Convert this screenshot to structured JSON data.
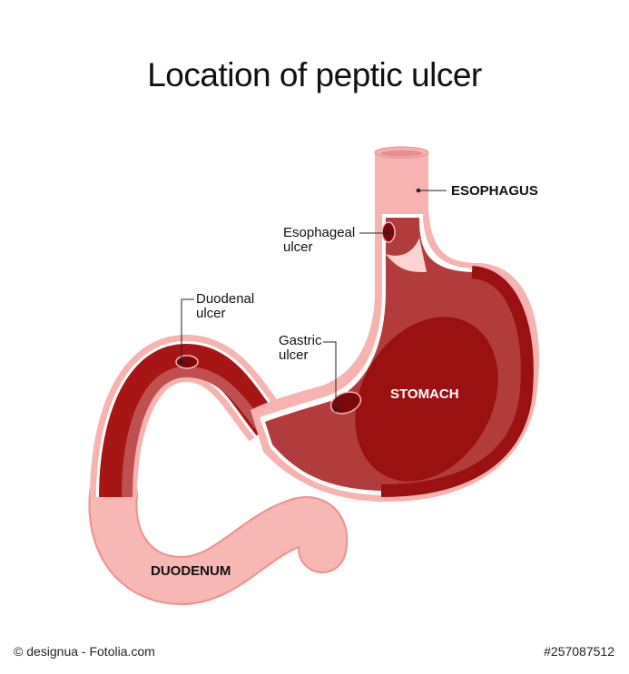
{
  "title": "Location of peptic ulcer",
  "labels": {
    "esophagus": "ESOPHAGUS",
    "esophageal_ulcer": [
      "Esophageal",
      "ulcer"
    ],
    "duodenal_ulcer": [
      "Duodenal",
      "ulcer"
    ],
    "gastric_ulcer": [
      "Gastric",
      "ulcer"
    ],
    "stomach": "STOMACH",
    "duodenum": "DUODENUM"
  },
  "footer": {
    "credit": "© designua - Fotolia.com",
    "id": "#257087512"
  },
  "colors": {
    "pink": "#f6b3b0",
    "red": "#b03a3a",
    "dark_red": "#9b1010",
    "light": "#fde3e1"
  }
}
